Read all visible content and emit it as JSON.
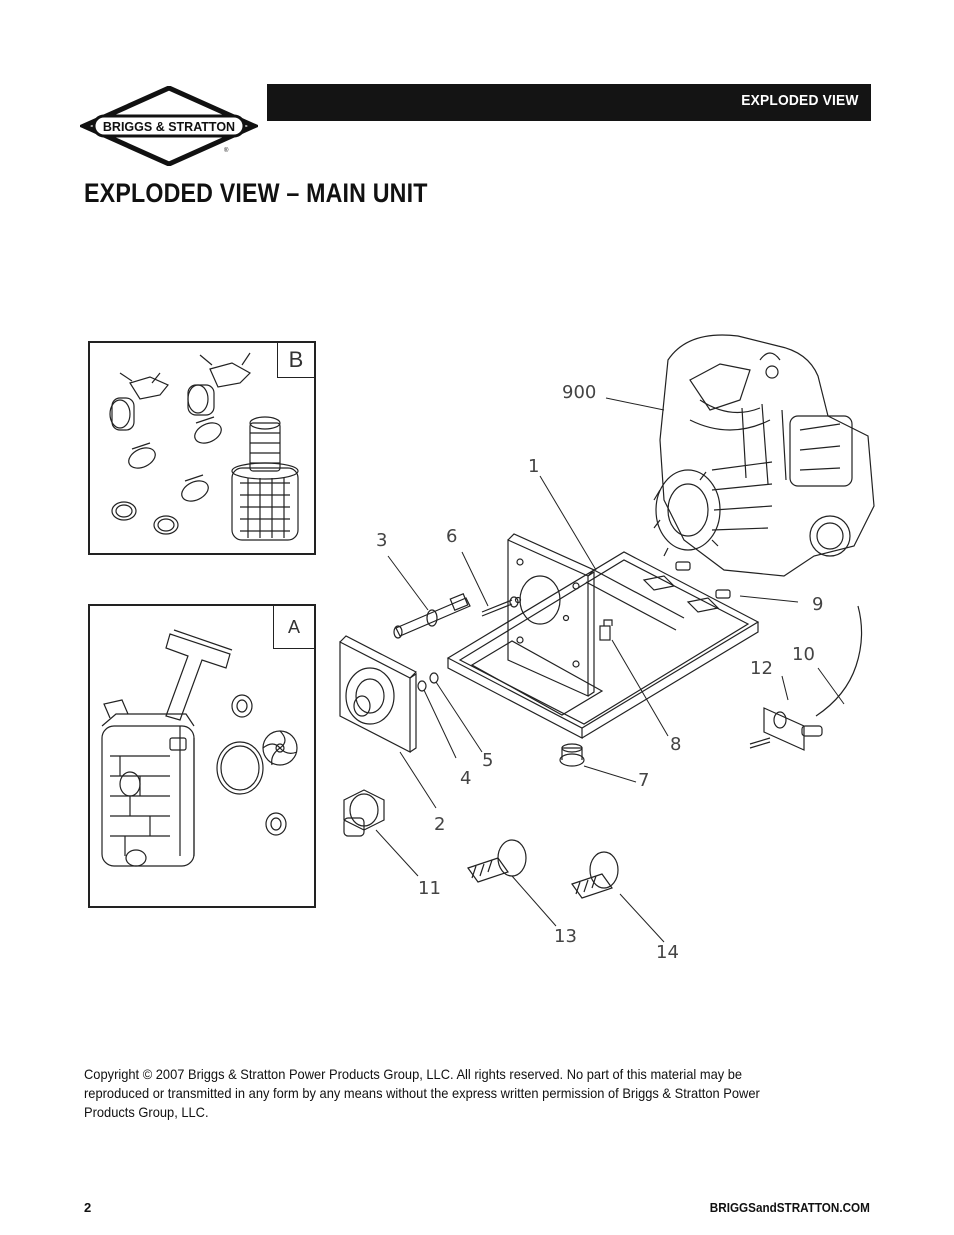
{
  "logo": {
    "text": "BRIGGS & STRATTON"
  },
  "header": {
    "section_label": "EXPLODED VIEW"
  },
  "page_title": "EXPLODED VIEW – MAIN UNIT",
  "insets": [
    {
      "id": "B",
      "label": "B"
    },
    {
      "id": "A",
      "label": "A"
    }
  ],
  "callouts": [
    "900",
    "1",
    "3",
    "6",
    "9",
    "10",
    "12",
    "8",
    "4",
    "5",
    "7",
    "2",
    "11",
    "13",
    "14"
  ],
  "copyright": "Copyright © 2007 Briggs & Stratton Power Products Group, LLC.  All rights reserved.  No part of this material may be reproduced or transmitted in any form by any means without the express written permission of Briggs & Stratton Power Products Group, LLC.",
  "footer": {
    "page_number": "2",
    "website": "BRIGGSandSTRATTON.COM"
  }
}
